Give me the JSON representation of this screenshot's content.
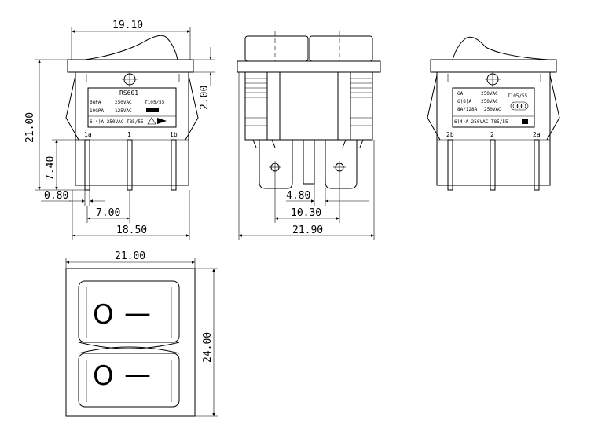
{
  "dimensions": {
    "front_width": "19.10",
    "front_height": "21.00",
    "front_top_offset": "2.00",
    "pin_height": "7.40",
    "pin_thickness": "0.80",
    "pin_spacing": "7.00",
    "base_width": "18.50",
    "side_pin_spacing": "4.80",
    "side_pin_span": "10.30",
    "side_width": "21.90",
    "top_width": "21.00",
    "top_height": "24.00"
  },
  "front_label": {
    "model": "RS601",
    "rows": [
      {
        "a": "6GPA",
        "b": "250VAC",
        "c": "T105/55"
      },
      {
        "a": "10GPA",
        "b": "125VAC",
        "c": ""
      }
    ],
    "bottom": "6(4)A 250VAC T85/55",
    "pins": [
      "1a",
      "1",
      "1b"
    ]
  },
  "back_label": {
    "rows": [
      {
        "a": "6A",
        "b": "250VAC",
        "c": "T105/55"
      },
      {
        "a": "6(8)A",
        "b": "250VAC",
        "c": ""
      },
      {
        "a": "8A/128A",
        "b": "250VAC",
        "c": ""
      }
    ],
    "bottom": "6(4)A 250VAC T85/55",
    "pins": [
      "2b",
      "2",
      "2a"
    ]
  },
  "rocker_symbols": {
    "off": "O",
    "on": "—"
  }
}
